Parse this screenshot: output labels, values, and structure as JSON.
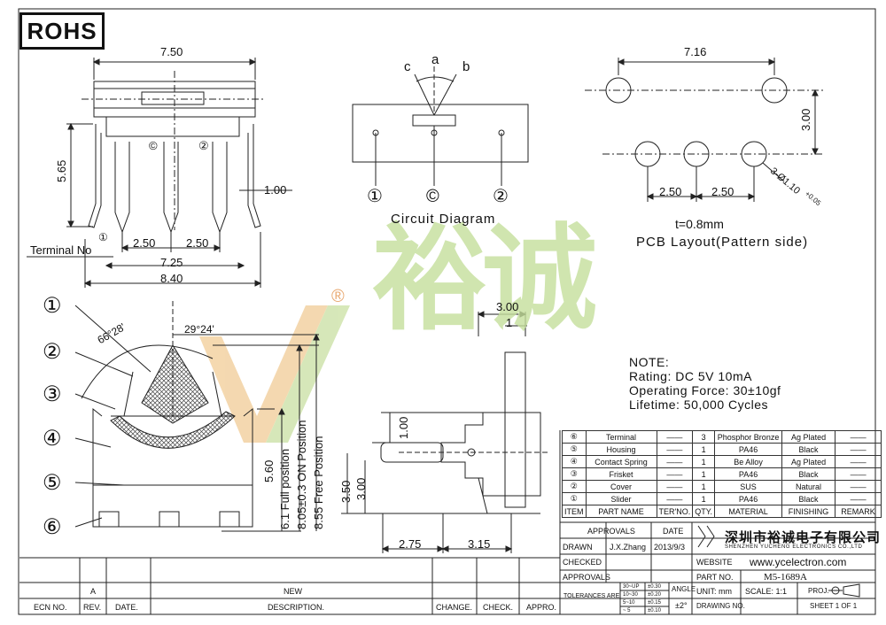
{
  "rohs": "ROHS",
  "dims": {
    "top_width": "7.50",
    "height_565": "5.65",
    "pin_100": "1.00",
    "pitch_a": "2.50",
    "pitch_b": "2.50",
    "w_725": "7.25",
    "w_840": "8.40",
    "pcb_716": "7.16",
    "pcb_300": "3.00",
    "pcb_pitch_a": "2.50",
    "pcb_pitch_b": "2.50",
    "pcb_hole": "3-Ø1.10",
    "pcb_tol": "+0.05",
    "angle_6628": "66°28'",
    "angle_2924": "29°24'",
    "side_300": "3.00",
    "side_1": "1",
    "side_100": "1.00",
    "side_350": "3.50",
    "side_300b": "3.00",
    "side_275": "2.75",
    "side_315": "3.15",
    "full_pos": "5.60",
    "full_pos_label": "6.1 Full position",
    "on_pos": "8.05±0.3 ON Position",
    "free_pos": "8.55 Free Position"
  },
  "labels": {
    "terminal_no": "Terminal No",
    "circuit_diagram": "Circuit Diagram",
    "thickness": "t=0.8mm",
    "pcb_layout": "PCB Layout(Pattern side)",
    "angle_a": "a",
    "angle_b": "b",
    "angle_c": "c",
    "circuit_pins": [
      "①",
      "©",
      "②"
    ],
    "top_pins": [
      "©",
      "②"
    ],
    "terminal_one": "①",
    "callouts": [
      "①",
      "②",
      "③",
      "④",
      "⑤",
      "⑥"
    ]
  },
  "watermark": {
    "chars": "裕诚",
    "registered": "®",
    "color": "#c8e0a0",
    "v_color": "#f0c890"
  },
  "note": [
    "NOTE:",
    "Rating: DC     5V  10mA",
    "Operating Force:  30±10gf",
    "Lifetime:    50,000  Cycles"
  ],
  "bom": {
    "rows": [
      [
        "⑥",
        "Terminal",
        "——",
        "3",
        "Phosphor Bronze",
        "Ag Plated",
        "——"
      ],
      [
        "⑤",
        "Housing",
        "——",
        "1",
        "PA46",
        "Black",
        "——"
      ],
      [
        "④",
        "Contact Spring",
        "——",
        "1",
        "Be Alloy",
        "Ag Plated",
        "——"
      ],
      [
        "③",
        "Frisket",
        "——",
        "1",
        "PA46",
        "Black",
        "——"
      ],
      [
        "②",
        "Cover",
        "——",
        "1",
        "SUS",
        "Natural",
        "——"
      ],
      [
        "①",
        "Slider",
        "——",
        "1",
        "PA46",
        "Black",
        "——"
      ]
    ],
    "header": [
      "ITEM",
      "PART NAME",
      "TER'NO.",
      "QTY.",
      "MATERIAL",
      "FINISHING",
      "REMARK"
    ]
  },
  "title_block": {
    "company_cn": "深圳市裕诚电子有限公司",
    "company_en": "SHENZHEN YUCHENG ELECTRONICS CO.,LTD",
    "approvals": "APPROVALS",
    "date": "DATE",
    "drawn": "DRAWN",
    "drawn_by": "J.X.Zhang",
    "drawn_date": "2013/9/3",
    "checked": "CHECKED",
    "approvals2": "APPROVALS",
    "website_label": "WEBSITE",
    "website": "www.ycelectron.com",
    "part_no_label": "PART NO.",
    "part_no": "M5-1689A",
    "tolerances": "TOLERANCES ARE",
    "tol_rows": [
      [
        "30~UP",
        "±0.30"
      ],
      [
        "10~30",
        "±0.20"
      ],
      [
        "5~10",
        "±0.15"
      ],
      [
        "~ 5",
        "±0.10"
      ]
    ],
    "angle_label": "ANGLE",
    "angle_value": "±2°",
    "unit": "UNIT: mm",
    "scale": "SCALE:   1:1",
    "proj": "PROJ.",
    "drawing_no": "DRAWING NO.",
    "sheet": "SHEET   1  OF  1"
  },
  "revision": {
    "rev_a": "A",
    "new": "NEW",
    "headers": [
      "ECN NO.",
      "REV.",
      "DATE.",
      "DESCRIPTION.",
      "CHANGE.",
      "CHECK.",
      "APPRO."
    ]
  }
}
